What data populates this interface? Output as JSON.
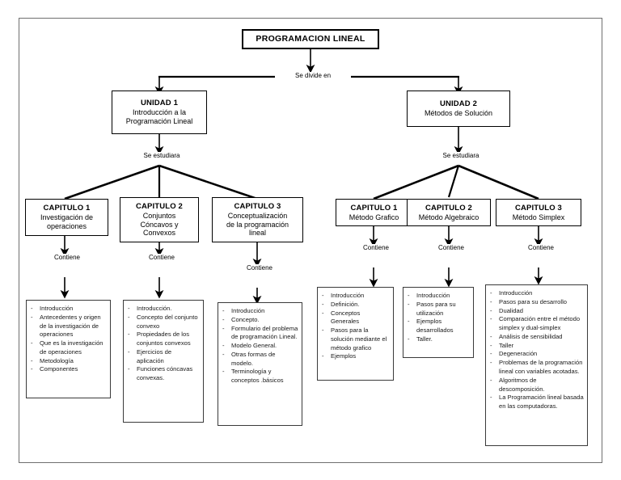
{
  "document": {
    "title": "PROGRAMACION LINEAL",
    "type": "concept-map"
  },
  "root": {
    "label": "PROGRAMACION LINEAL"
  },
  "connector_labels": {
    "divide": "Se divide en",
    "study_left": "Se estudiara",
    "study_right": "Se estudiara",
    "contains": "Contiene"
  },
  "units": [
    {
      "title": "UNIDAD 1",
      "subtitle": "Introducción a la\nProgramación Lineal"
    },
    {
      "title": "UNIDAD 2",
      "subtitle": "Métodos de Solución"
    }
  ],
  "chapters": [
    {
      "title": "CAPITULO 1",
      "subtitle": "Investigación de\noperaciones"
    },
    {
      "title": "CAPITULO 2",
      "subtitle": "Conjuntos\nCóncavos y\nConvexos"
    },
    {
      "title": "CAPITULO 3",
      "subtitle": "Conceptualización\nde la programación\nlineal"
    },
    {
      "title": "CAPITULO 1",
      "subtitle": "Método Grafico"
    },
    {
      "title": "CAPITULO 2",
      "subtitle": "Método Algebraico"
    },
    {
      "title": "CAPITULO 3",
      "subtitle": "Método Simplex"
    }
  ],
  "contents": [
    {
      "items": [
        "Introducción",
        "Antecedentes y origen de la investigación de operaciones",
        "Que es la investigación de operaciones",
        "Metodología",
        "Componentes"
      ]
    },
    {
      "items": [
        "Introducción.",
        "Concepto del conjunto convexo",
        "Propiedades de los conjuntos convexos",
        "Ejercicios de aplicación",
        "Funciones cóncavas convexas."
      ]
    },
    {
      "items": [
        "Introducción",
        "Concepto.",
        "Formulario del problema de programación Lineal.",
        "Modelo General.",
        "Otras formas de modelo.",
        "Terminología y conceptos .básicos"
      ]
    },
    {
      "items": [
        "Introducción",
        "Definición.",
        "Conceptos Generales",
        "Pasos para la solución mediante el método grafico",
        "Ejemplos"
      ]
    },
    {
      "items": [
        "Introducción",
        "Pasos para su utilización",
        "Ejemplos desarrollados",
        "Taller."
      ]
    },
    {
      "items": [
        "Introducción",
        "Pasos para su desarrollo",
        "Dualidad",
        "Comparación entre el método simplex y dual-simplex",
        "Análisis de sensibilidad",
        "Taller",
        "Degeneración",
        "Problemas de la programación lineal con variables acotadas.",
        "Algoritmos de descomposición.",
        "La Programación lineal basada en las computadoras."
      ]
    }
  ],
  "bullet_marker": "-",
  "colors": {
    "line": "#000000",
    "box_border": "#3a3a3a",
    "page_border": "#6f6f6f",
    "background": "#ffffff",
    "text": "#1a1a1a"
  }
}
